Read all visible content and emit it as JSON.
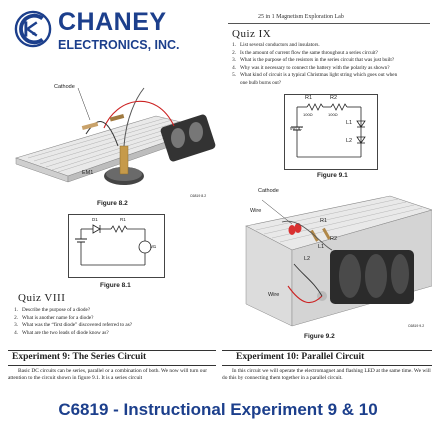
{
  "header": {
    "brand_line1": "CHANEY",
    "brand_line2": "ELECTRONICS, INC.",
    "subtitle": "25 in 1 Magnetism Exploration Lab"
  },
  "quiz9": {
    "title": "Quiz IX",
    "questions": [
      {
        "n": "1.",
        "text": "List several conductors and insulators."
      },
      {
        "n": "2.",
        "text": "Is the amount of current flow the same throughout a series circuit?"
      },
      {
        "n": "3.",
        "text": "What is the purpose of the resistors in the series circuit that was just built?"
      },
      {
        "n": "4.",
        "text": "Why was it necessary to connect the battery with the polarity as shown?"
      },
      {
        "n": "5.",
        "text": "What kind of circuit is a typical Christmas light string which goes out when"
      },
      {
        "n": "",
        "text": "one bulb burns out?"
      }
    ]
  },
  "fig82": {
    "caption": "Figure 8.2",
    "label_cathode": "Cathode",
    "label_em": "EM1",
    "small_id": "C6819 8.2"
  },
  "fig91": {
    "caption": "Figure 9.1",
    "label_r1": "R1",
    "label_r1_val": "100Ω",
    "label_r2": "R2",
    "label_r2_val": "100Ω",
    "label_vdc": "9VDC",
    "label_l1": "L1",
    "label_l2": "L2"
  },
  "fig81": {
    "caption": "Figure 8.1",
    "label_d1": "D1",
    "label_r1": "R1",
    "label_m1": "M1"
  },
  "fig92": {
    "caption": "Figure 9.2",
    "label_cathode": "Cathode",
    "label_wire1": "Wire",
    "label_wire2": "Wire",
    "label_r1": "R1",
    "label_r2": "R2",
    "label_l1": "L1",
    "label_l2": "L2",
    "small_id": "C6819 9.2"
  },
  "quiz8": {
    "title": "Quiz VIII",
    "questions": [
      {
        "n": "1.",
        "text": "Describe the purpose of a diode?"
      },
      {
        "n": "2.",
        "text": "What is another name for a diode?"
      },
      {
        "n": "3.",
        "text": "What was the “first diode” discovered referred to as?"
      },
      {
        "n": "4.",
        "text": "What are the two leads of diode know as?"
      }
    ]
  },
  "exp9": {
    "title": "Experiment 9: The Series Circuit",
    "text": "Basic DC circuits can be series, parallel or a combination of both. We now will turn our attention to the circuit shown in figure 9.1. It is a series circuit"
  },
  "exp10": {
    "title": "Experiment 10: Parallel Circuit",
    "text": "In this circuit we will operate the electromagnet and flashing LED at the same time. We will do this by connecting them together in a parallel circuit."
  },
  "footer": {
    "text": "C6819 - Instructional  Experiment 9 & 10"
  },
  "colors": {
    "brand": "#1c3f8c",
    "led_red": "#d93030",
    "wire_red": "#cc2222"
  }
}
